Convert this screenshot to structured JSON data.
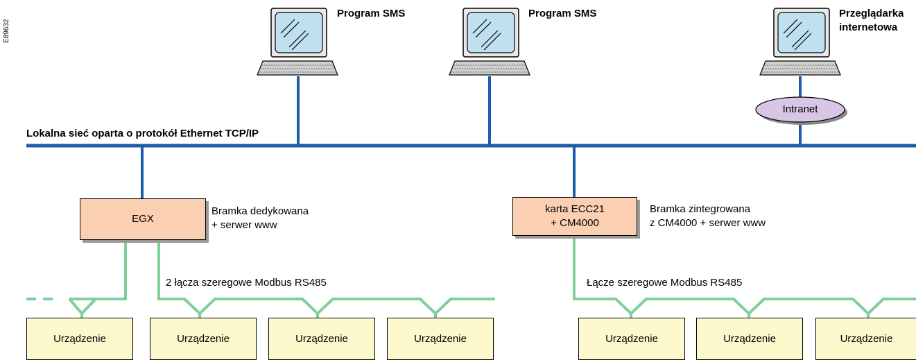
{
  "side_code": "E89632",
  "network": {
    "label": "Lokalna sieć oparta o protokół Ethernet TCP/IP",
    "line_color": "#1a5fa8"
  },
  "computers": [
    {
      "label": "Program SMS"
    },
    {
      "label": "Program SMS"
    },
    {
      "label_line1": "Przeglądarka",
      "label_line2": "internetowa"
    }
  ],
  "intranet": {
    "label": "Intranet",
    "color": "#d9c5e6"
  },
  "gateways": [
    {
      "label": "EGX",
      "desc_line1": "Bramka dedykowana",
      "desc_line2": "+ serwer www"
    },
    {
      "label_line1": "karta ECC21",
      "label_line2": "+ CM4000",
      "desc_line1": "Bramka zintegrowana",
      "desc_line2": "z CM4000 + serwer www"
    }
  ],
  "serial_links": [
    {
      "label": "2 łącza szeregowe Modbus RS485"
    },
    {
      "label": "Łącze szeregowe Modbus RS485"
    }
  ],
  "serial_color": "#7fcf9a",
  "devices": [
    "Urządzenie",
    "Urządzenie",
    "Urządzenie",
    "Urządzenie",
    "Urządzenie",
    "Urządzenie",
    "Urządzenie"
  ]
}
